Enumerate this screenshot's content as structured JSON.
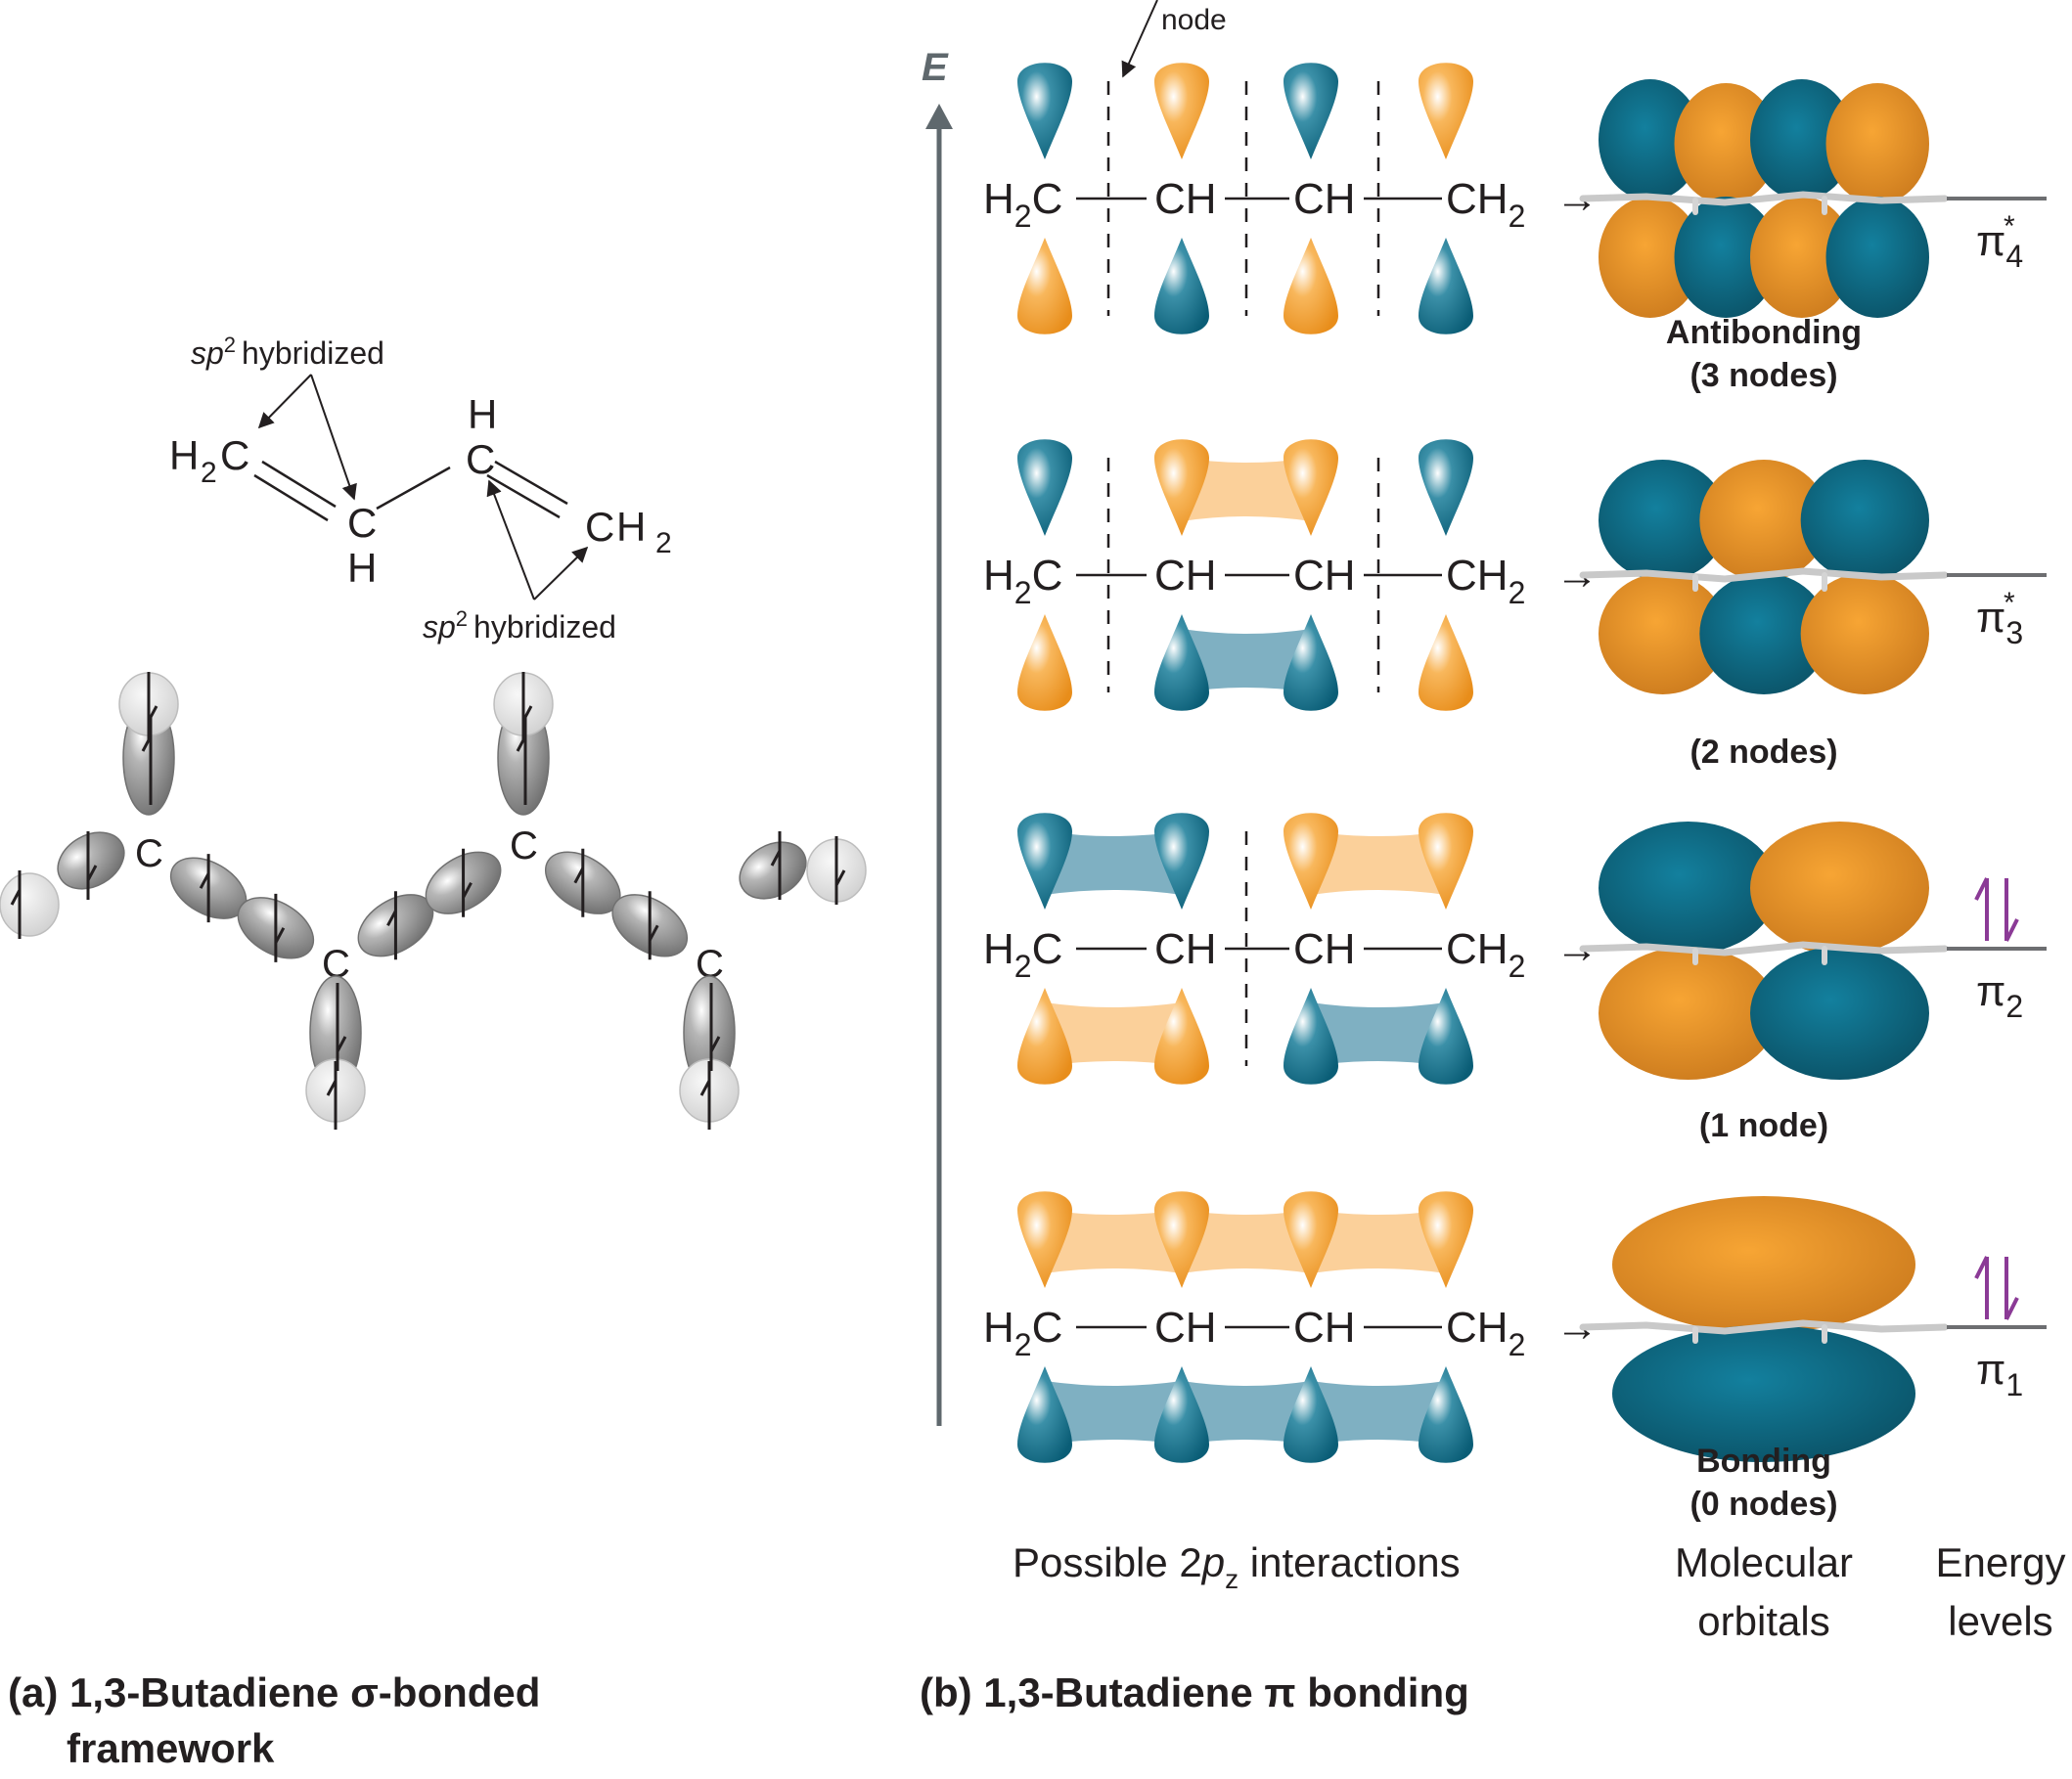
{
  "panel_a": {
    "caption_line1": "(a) 1,3-Butadiene σ-bonded",
    "caption_line2": "framework",
    "structure": {
      "atoms": [
        "H",
        "2",
        "C",
        "C",
        "H",
        "H",
        "C",
        "C",
        "H",
        "2"
      ],
      "annotation_top": {
        "sp": "sp",
        "sup": "2",
        "text": "hybridized"
      },
      "annotation_bottom": {
        "sp": "sp",
        "sup": "2",
        "text": "hybridized"
      }
    },
    "sigma_framework": {
      "carbon_labels": [
        "C",
        "C",
        "C",
        "C"
      ],
      "electron_up": "↿",
      "electron_down": "⇂"
    }
  },
  "panel_b": {
    "caption": "(b) 1,3-Butadiene π bonding",
    "axis_label": "E",
    "node_callout": "node",
    "column_headers": {
      "interactions": {
        "pre": "Possible 2",
        "p": "p",
        "sub": "z",
        "post": " interactions"
      },
      "orbitals": [
        "Molecular",
        "orbitals"
      ],
      "energy": [
        "Energy",
        "levels"
      ]
    },
    "chain": {
      "c1": "H",
      "c1_sub": "2",
      "c1_c": "C",
      "c2": "CH",
      "c3": "CH",
      "c4": "CH",
      "c4_sub": "2"
    },
    "arrow_glyph": "→",
    "rows": [
      {
        "id": "pi4",
        "symbol": "π",
        "subscript": "4",
        "star": "*",
        "nodes": 3,
        "type_label": "Antibonding",
        "nodes_label": "(3 nodes)",
        "top_phases": [
          "blue",
          "orange",
          "blue",
          "orange"
        ],
        "electrons": 0
      },
      {
        "id": "pi3",
        "symbol": "π",
        "subscript": "3",
        "star": "*",
        "nodes": 2,
        "type_label": "",
        "nodes_label": "(2 nodes)",
        "top_phases": [
          "blue",
          "orange",
          "orange",
          "blue"
        ],
        "electrons": 0
      },
      {
        "id": "pi2",
        "symbol": "π",
        "subscript": "2",
        "star": "",
        "nodes": 1,
        "type_label": "",
        "nodes_label": "(1 node)",
        "top_phases": [
          "blue",
          "blue",
          "orange",
          "orange"
        ],
        "electrons": 2
      },
      {
        "id": "pi1",
        "symbol": "π",
        "subscript": "1",
        "star": "",
        "nodes": 0,
        "type_label": "Bonding",
        "nodes_label": "(0 nodes)",
        "top_phases": [
          "orange",
          "orange",
          "orange",
          "orange"
        ],
        "electrons": 2
      }
    ],
    "electron_pair": {
      "up": "↿",
      "down": "⇂"
    }
  },
  "colors": {
    "orange": "#f39c2a",
    "blue": "#0f7491",
    "orange_light": "#fbd09a",
    "blue_light": "#7fb0c2",
    "axis_gray": "#5f686d",
    "electron_purple": "#8b3a96",
    "level_gray": "#6d6e71",
    "sigma_dark": "#8a8a8a",
    "sigma_light": "#e2e2e2",
    "text": "#231f20"
  }
}
